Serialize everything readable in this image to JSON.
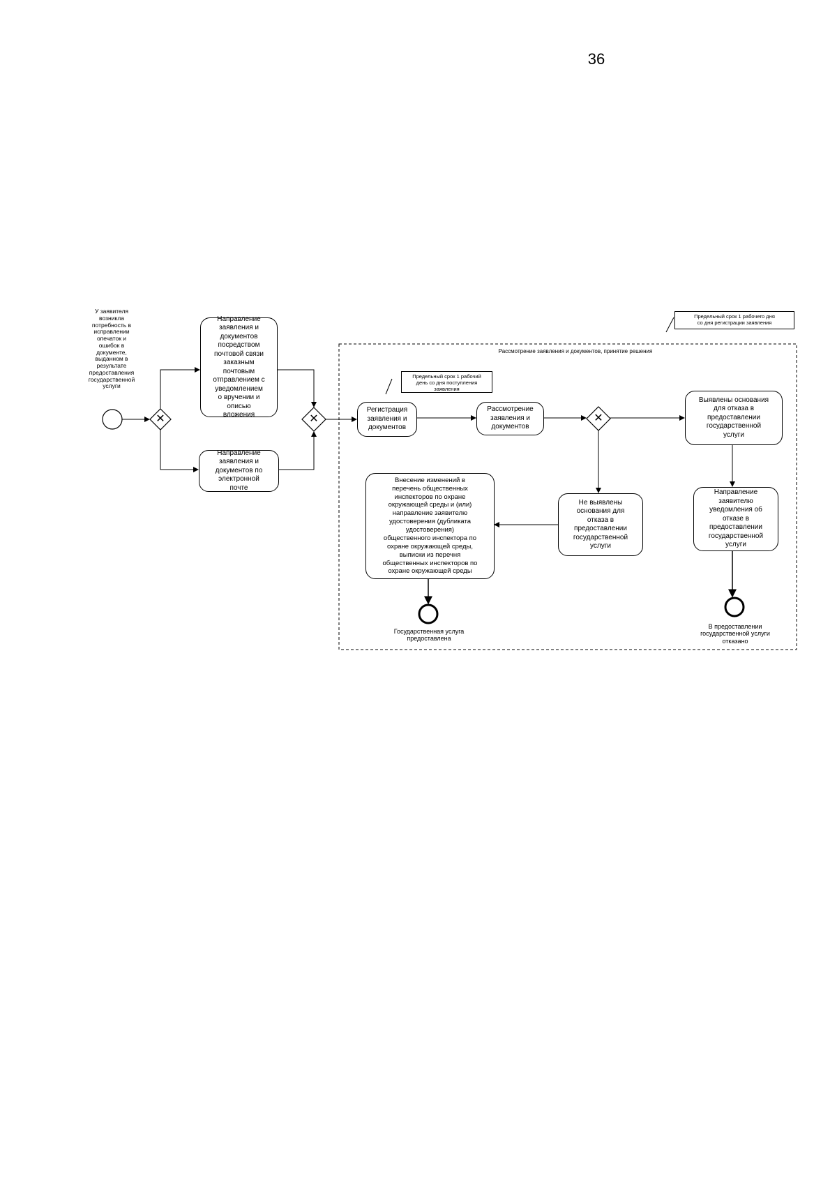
{
  "page_number": "36",
  "start_label": "У заявителя\nвозникла\nпотребность в\nисправлении\nопечаток и\nошибок в\nдокументе,\nвыданном в\nрезультате\nпредоставления\nгосударственной\nуслуги",
  "tasks": {
    "postal": "Направление\nзаявления и\nдокументов\nпосредством\nпочтовой связи\nзаказным\nпочтовым\nотправлением с\nуведомлением\nо вручении и\nописью\nвложения",
    "email": "Направление\nзаявления и\nдокументов по\nэлектронной\nпочте",
    "registration": "Регистрация\nзаявления и\nдокументов",
    "review": "Рассмотрение\nзаявления и\nдокументов",
    "grounds_found": "Выявлены основания\nдля отказа в\nпредоставлении\nгосударственной\nуслуги",
    "refusal_notice": "Направление\nзаявителю\nуведомления об\nотказе в\nпредоставлении\nгосударственной\nуслуги",
    "grounds_not_found": "Не выявлены\nоснования для\nотказа в\nпредоставлении\nгосударственной\nуслуги",
    "changes": "Внесение изменений в\nперечень общественных\nинспекторов по охране\nокружающей среды и (или)\nнаправление заявителю\nудостоверения (дубликата\nудостоверения)\nобщественного инспектора по\nохране окружающей среды,\nвыписки из перечня\nобщественных инспекторов по\nохране окружающей среды"
  },
  "notes": {
    "group_deadline": "Предельный срок 1 рабочего дня\nсо дня регистрации заявления",
    "registration_deadline": "Предельный срок 1 рабочий\nдень со дня поступления\nзаявления"
  },
  "group_title": "Рассмотрение заявления и документов, принятие решения",
  "end_labels": {
    "provided": "Государственная услуга\nпредоставлена",
    "refused": "В предоставлении\nгосударственной услуги\nотказано"
  },
  "colors": {
    "stroke": "#000000",
    "background": "#ffffff"
  }
}
